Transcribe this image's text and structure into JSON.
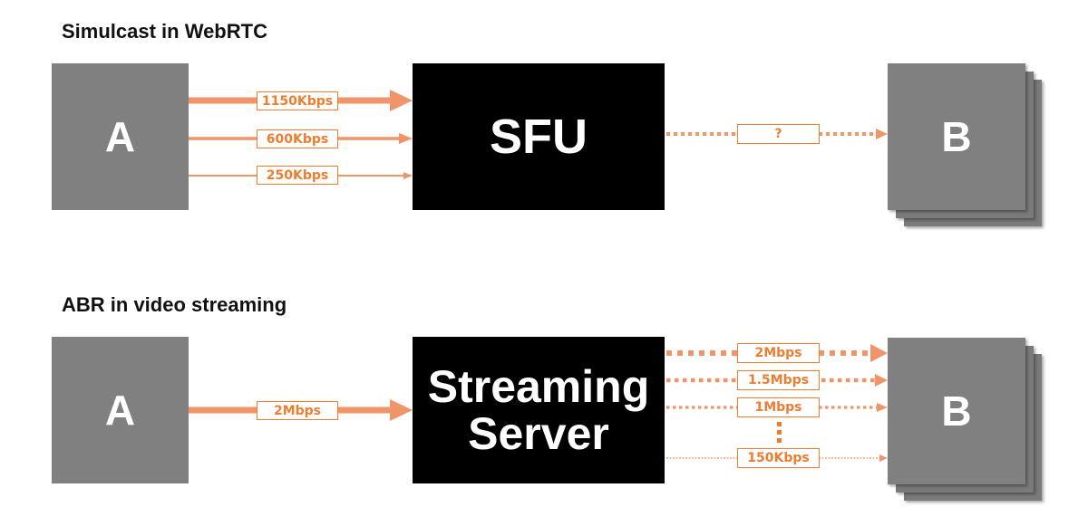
{
  "colors": {
    "accent": "#ed7d31",
    "arrow": "#f0956a",
    "node_gray": "#808080",
    "server_black": "#000000",
    "text": "#111111"
  },
  "simulcast": {
    "title": "Simulcast in WebRTC",
    "sender": "A",
    "server": "SFU",
    "receiver": "B",
    "uplinks": [
      {
        "label": "1150Kbps",
        "weight": "thick"
      },
      {
        "label": "600Kbps",
        "weight": "medium"
      },
      {
        "label": "250Kbps",
        "weight": "thin"
      }
    ],
    "downlink": {
      "label": "?",
      "style": "dotted"
    }
  },
  "abr": {
    "title": "ABR in video streaming",
    "sender": "A",
    "server": "Streaming Server",
    "server_line1": "Streaming",
    "server_line2": "Server",
    "receiver": "B",
    "uplink": {
      "label": "2Mbps",
      "weight": "thick"
    },
    "downlinks": [
      {
        "label": "2Mbps",
        "style": "dotted-thick"
      },
      {
        "label": "1.5Mbps",
        "style": "dotted-medium"
      },
      {
        "label": "1Mbps",
        "style": "dotted-thin"
      },
      {
        "label": "150Kbps",
        "style": "dotted-hairline"
      }
    ],
    "ellipsis": "⋮"
  }
}
